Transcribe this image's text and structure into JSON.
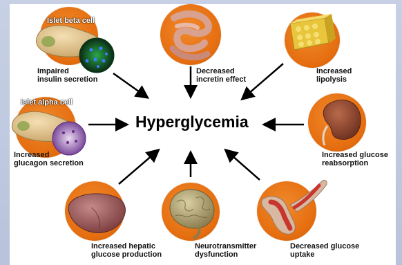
{
  "center_label": "Hyperglycemia",
  "tags": {
    "beta": "Islet beta cell",
    "alpha": "Islet alpha cell"
  },
  "factors": [
    {
      "line1": "Impaired",
      "line2": "insulin secretion"
    },
    {
      "line1": "Decreased",
      "line2": "incretin effect"
    },
    {
      "line1": "Increased",
      "line2": "lipolysis"
    },
    {
      "line1": "Increased",
      "line2": "glucagon secretion"
    },
    {
      "line1": "Increased glucose",
      "line2": "reabsorption"
    },
    {
      "line1": "Increased hepatic",
      "line2": "glucose production"
    },
    {
      "line1": "Neurotransmitter",
      "line2": "dysfunction"
    },
    {
      "line1": "Decreased glucose",
      "line2": "uptake"
    }
  ],
  "colors": {
    "circle": "#e56e10",
    "arrow": "#000000",
    "background": "#bcc7dd"
  }
}
